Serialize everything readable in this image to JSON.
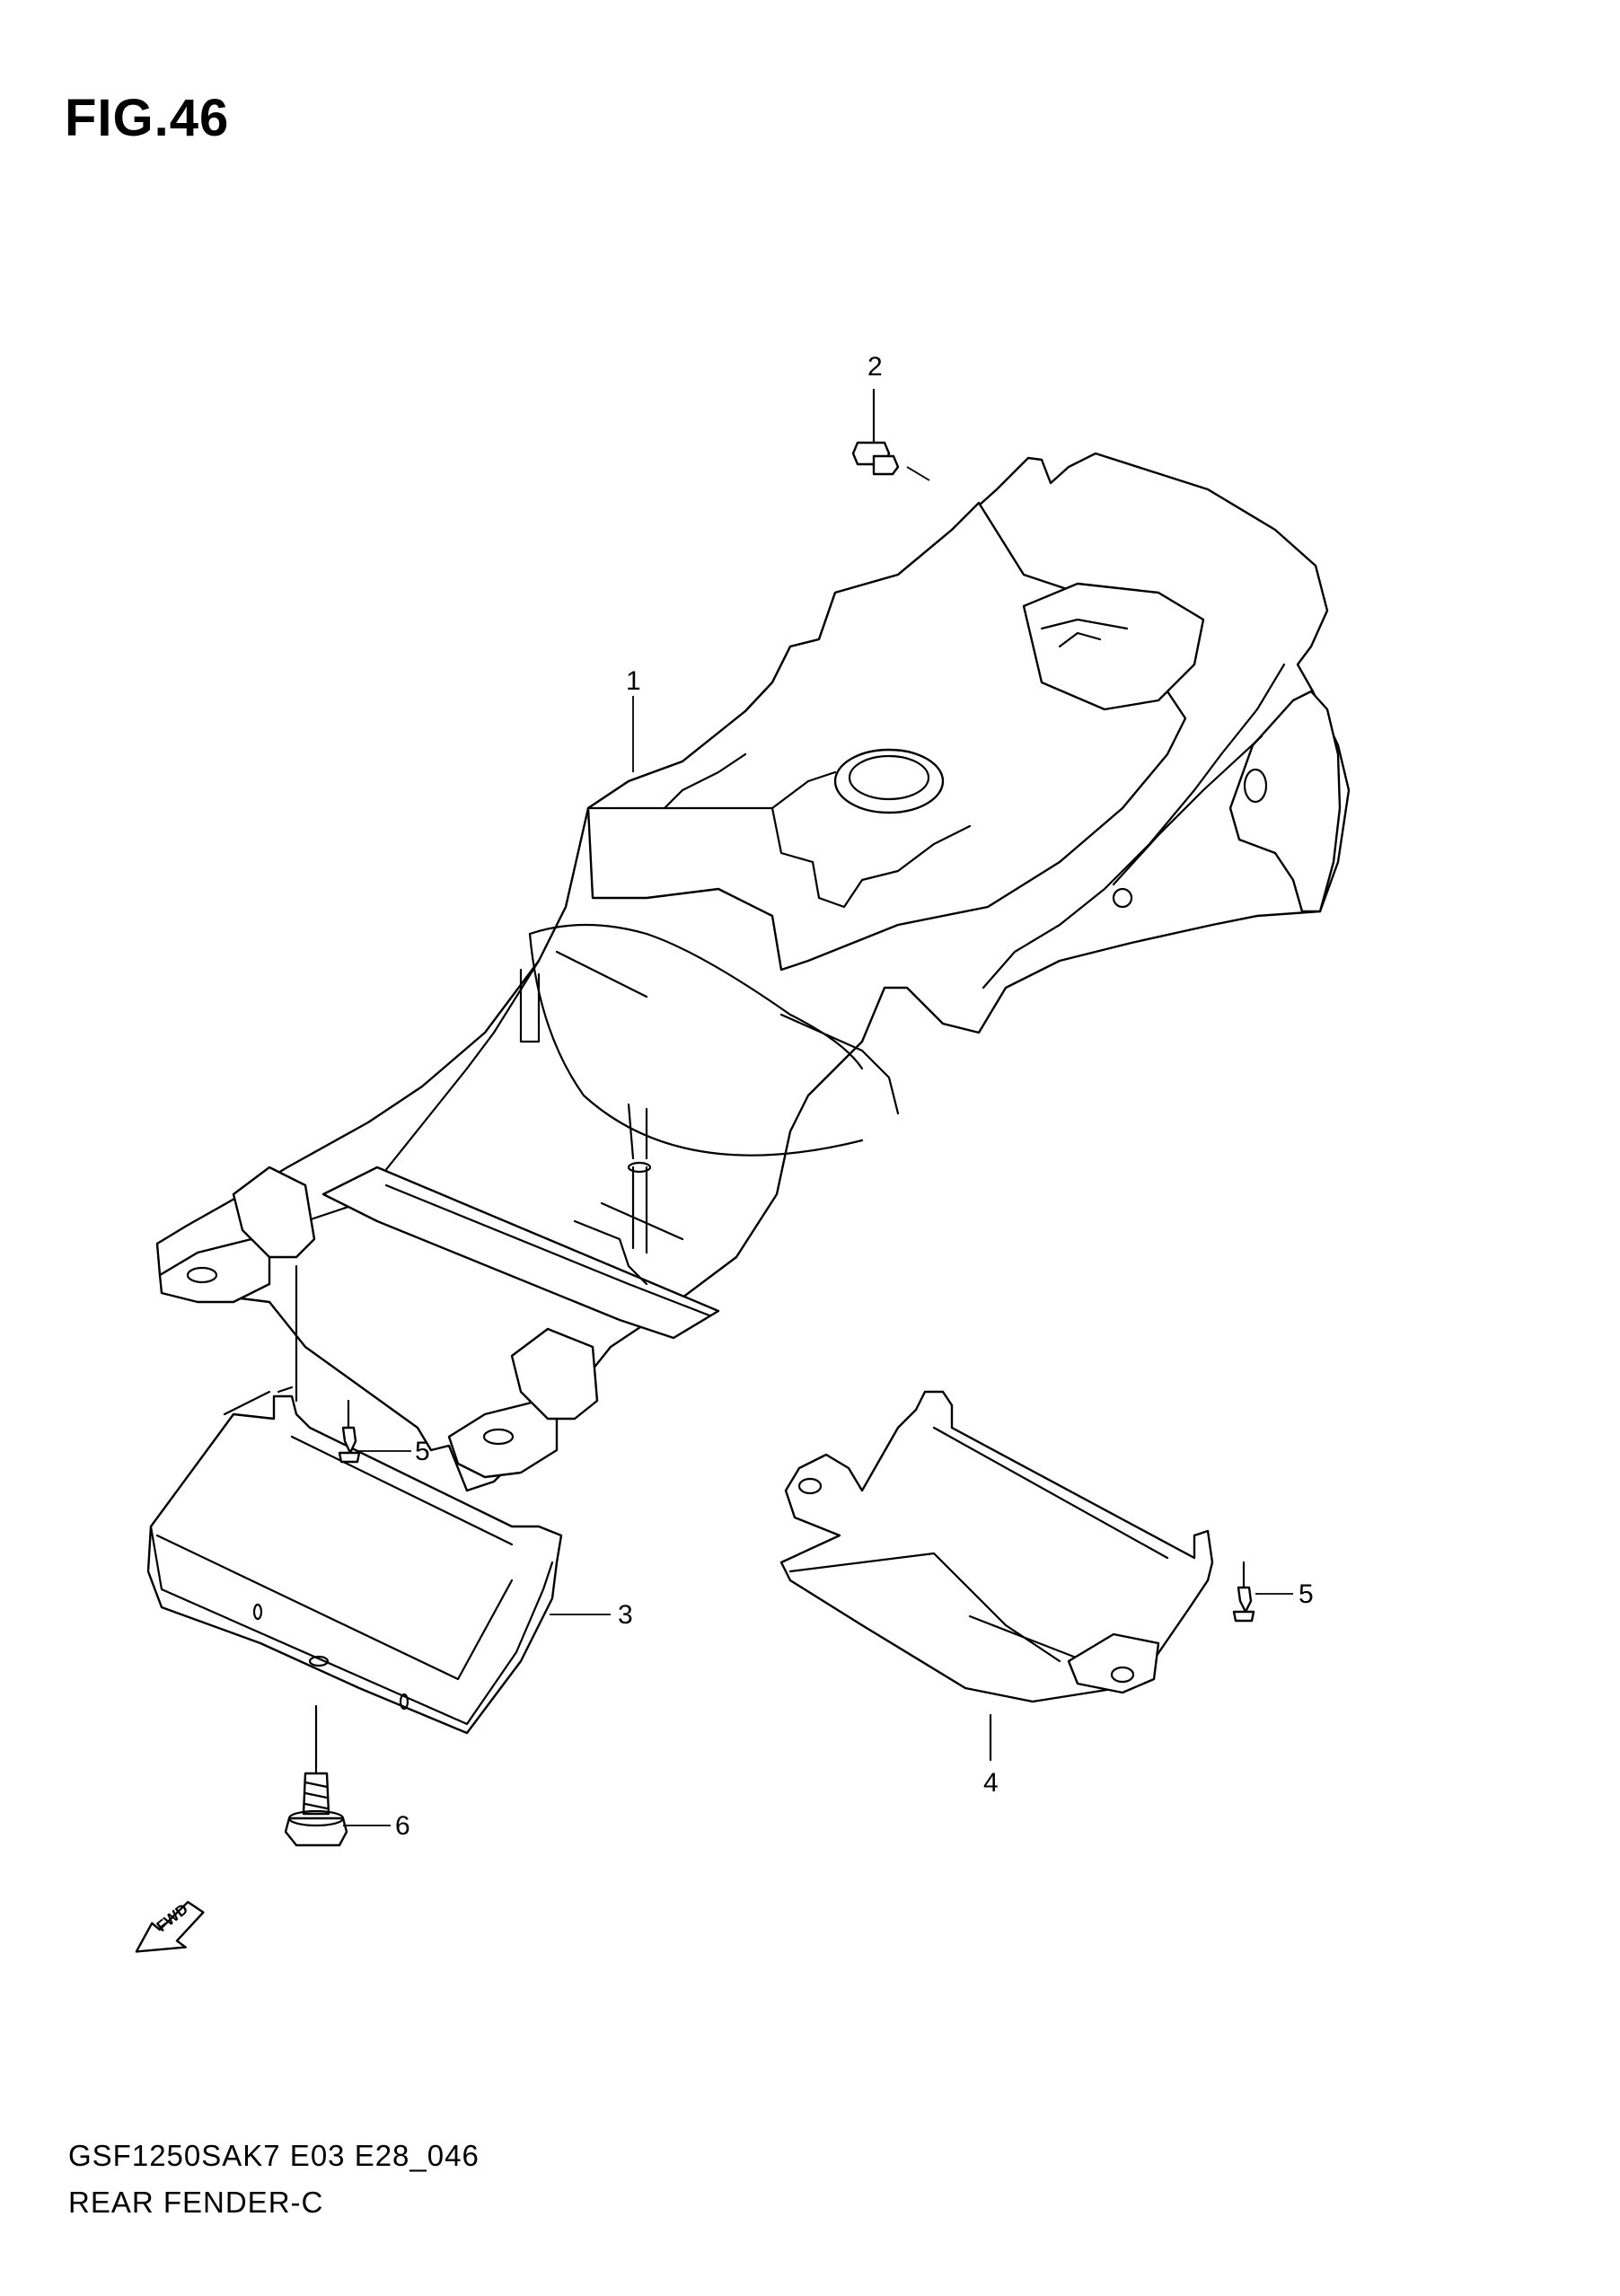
{
  "figure": {
    "title": "FIG.46"
  },
  "callouts": {
    "c1": "1",
    "c2": "2",
    "c3": "3",
    "c4": "4",
    "c5a": "5",
    "c5b": "5",
    "c6": "6"
  },
  "fwd_arrow": {
    "label": "FWD"
  },
  "footer": {
    "code": "GSF1250SAK7 E03 E28_046",
    "name": "REAR FENDER-C"
  }
}
